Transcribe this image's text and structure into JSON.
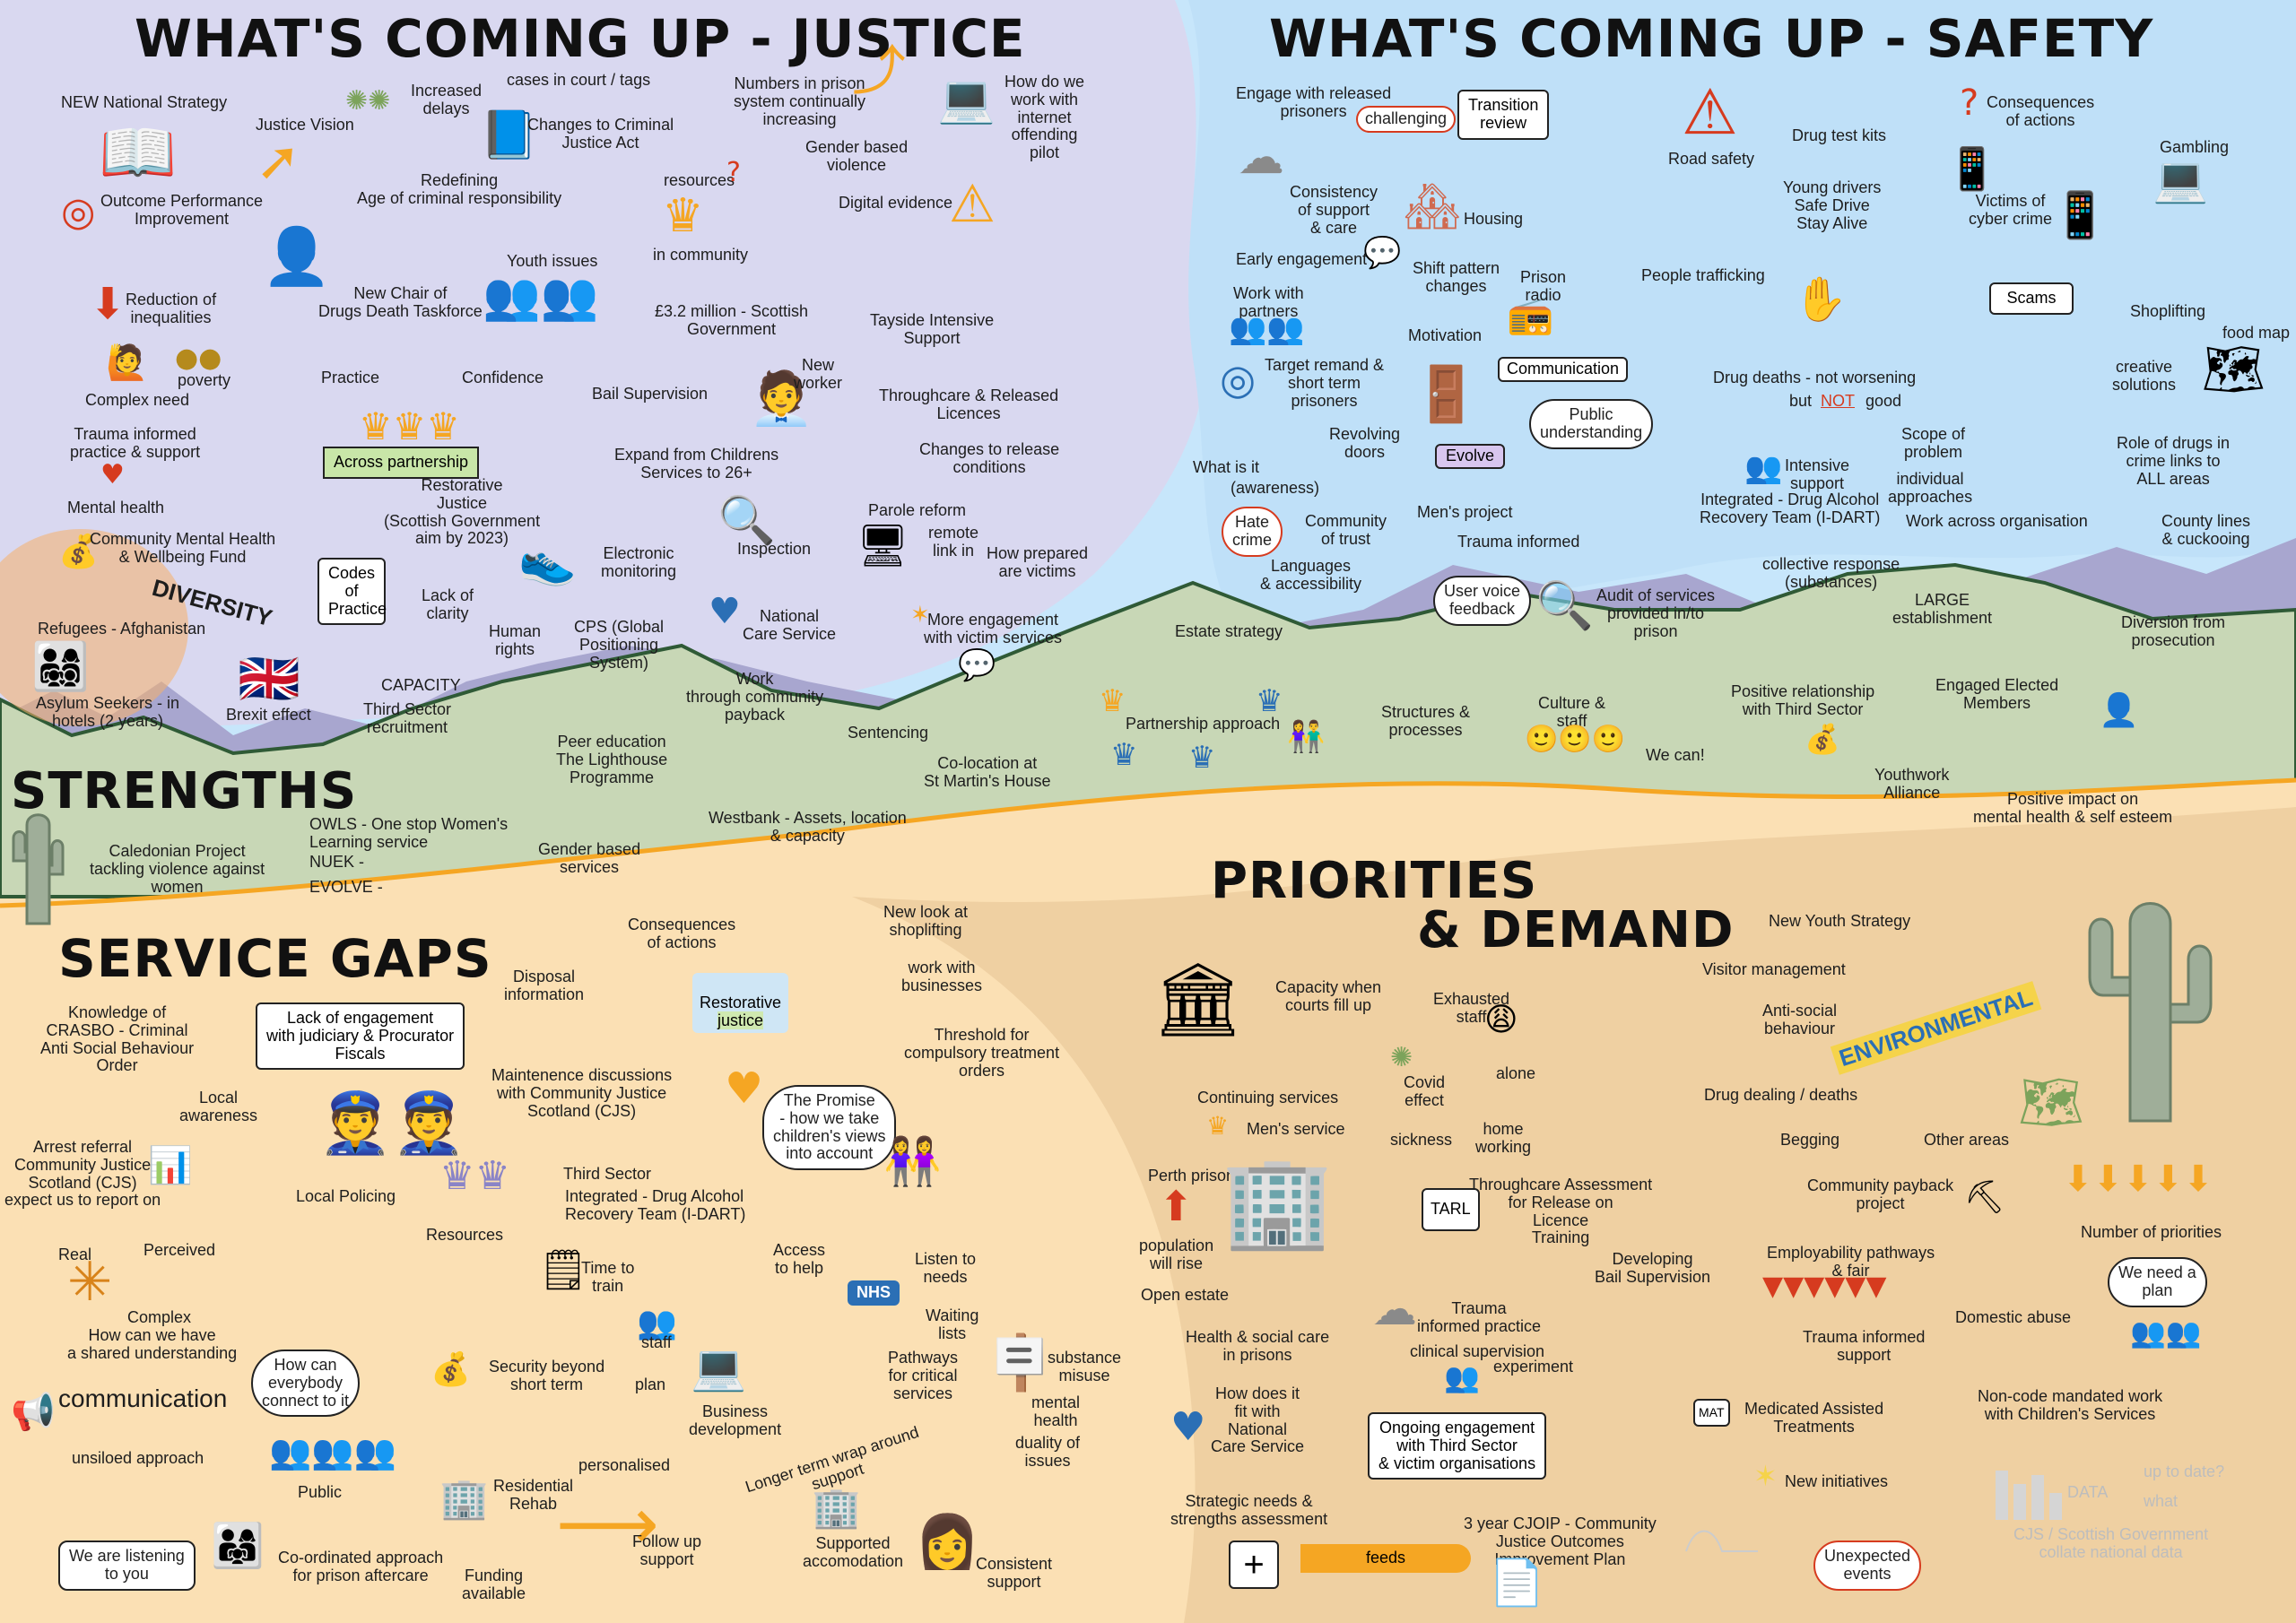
{
  "headings": {
    "justice": "WHAT'S COMING UP - JUSTICE",
    "safety": "WHAT'S COMING UP - SAFETY",
    "strengths": "STRENGTHS",
    "service_gaps": "SERVICE GAPS",
    "priorities_1": "PRIORITIES",
    "priorities_2": "& DEMAND"
  },
  "justice": {
    "new_national_strategy": "NEW National Strategy",
    "justice_vision": "Justice Vision",
    "increased_delays": "Increased\ndelays",
    "cases_in_court": "cases in court / tags",
    "numbers_in_prison": "Numbers in prison\nsystem continually\nincreasing",
    "how_do_we_work": "How do we\nwork with\ninternet\noffending\npilot",
    "changes_to_criminal": "Changes to Criminal\nJustice Act",
    "outcome_performance": "Outcome Performance\nImprovement",
    "redefining": "Redefining\nAge of criminal responsibility",
    "resources": "resources",
    "gender_based_violence": "Gender based\nviolence",
    "digital_evidence": "Digital evidence",
    "in_community": "in community",
    "reduction_inequalities": "Reduction of\ninequalities",
    "new_chair": "New Chair of\nDrugs Death Taskforce",
    "youth_issues": "Youth issues",
    "scottish_government_money": "£3.2 million - Scottish\nGovernment",
    "tayside": "Tayside Intensive\nSupport",
    "complex_need": "Complex need",
    "poverty": "poverty",
    "practice": "Practice",
    "confidence": "Confidence",
    "bail_supervision": "Bail Supervision",
    "new_worker": "New\nworker",
    "throughcare": "Throughcare & Released\nLicences",
    "trauma_informed": "Trauma informed\npractice & support",
    "across_partnership": "Across partnership",
    "restorative_justice": "Restorative\nJustice\n(Scottish Government\naim by 2023)",
    "expand_from_childrens": "Expand from Childrens\nServices to 26+",
    "changes_release": "Changes to release\nconditions",
    "mental_health": "Mental health",
    "community_mental_health": "Community Mental Health\n& Wellbeing Fund",
    "parole_reform": "Parole reform",
    "remote_link": "remote\nlink in",
    "how_prepared": "How prepared\nare victims",
    "inspection": "Inspection",
    "electronic_monitoring": "Electronic\nmonitoring",
    "diversity": "DIVERSITY",
    "refugees": "Refugees - Afghanistan",
    "codes_of_practice": "Codes\nof\nPractice",
    "lack_of_clarity": "Lack of\nclarity",
    "national_care_service": "National\nCare Service",
    "more_engagement_victim": "More engagement\nwith victim services",
    "human_rights": "Human\nrights",
    "cps": "CPS (Global\nPositioning\nSystem)",
    "capacity": "CAPACITY",
    "third_sector_recruitment": "Third Sector\nrecruitment",
    "asylum_seekers": "Asylum Seekers - in\nhotels (2 years)",
    "brexit_effect": "Brexit effect"
  },
  "safety": {
    "engage_released": "Engage with released\nprisoners",
    "challenging": "challenging",
    "transition_review": "Transition\nreview",
    "road_safety": "Road safety",
    "drug_test_kits": "Drug test kits",
    "young_drivers": "Young drivers\nSafe Drive\nStay Alive",
    "consequences": "Consequences\nof actions",
    "gambling": "Gambling",
    "consistency": "Consistency\nof support\n& care",
    "housing": "Housing",
    "victims_cyber": "Victims of\ncyber crime",
    "early_engagement": "Early engagement",
    "shift_pattern": "Shift pattern\nchanges",
    "prison_radio": "Prison\nradio",
    "people_trafficking": "People trafficking",
    "scams": "Scams",
    "shoplifting": "Shoplifting",
    "work_with_partners": "Work with\npartners",
    "motivation": "Motivation",
    "creative_solutions": "creative\nsolutions",
    "food_map": "food map",
    "target_remand": "Target remand &\nshort term\nprisoners",
    "communication": "Communication",
    "drug_deaths": "Drug deaths - not worsening",
    "but_not_good_1": "but",
    "but_not_good_2": "NOT",
    "but_not_good_3": "good",
    "public_understanding": "Public\nunderstanding",
    "revolving_doors": "Revolving\ndoors",
    "evolve": "Evolve",
    "scope_of_problem": "Scope of\nproblem",
    "role_of_drugs": "Role of drugs in\ncrime links to\nALL areas",
    "what_is_it": "What is it",
    "awareness": "(awareness)",
    "intensive_support": "Intensive\nsupport",
    "individual_approaches": "individual\napproaches",
    "integrated_drug": "Integrated - Drug Alcohol\nRecovery Team (I-DART)",
    "hate_crime": "Hate\ncrime",
    "community_of_trust": "Community\nof trust",
    "mens_project": "Men's project",
    "work_across": "Work across organisation",
    "county_lines": "County lines\n& cuckooing",
    "trauma_informed": "Trauma informed",
    "languages": "Languages\n& accessibility",
    "collective_response": "collective response\n(substances)",
    "user_voice": "User voice\nfeedback",
    "audit_of_services": "Audit of services\nprovided in/to\nprison",
    "large_establishment": "LARGE\nestablishment",
    "diversion": "Diversion from\nprosecution",
    "estate_strategy": "Estate strategy"
  },
  "strengths": {
    "work_through_community": "Work\nthrough community\npayback",
    "peer_education": "Peer education\nThe Lighthouse\nProgramme",
    "sentencing": "Sentencing",
    "co_location": "Co-location at\nSt Martin's House",
    "partnership_approach": "Partnership approach",
    "structures": "Structures &\nprocesses",
    "culture_staff": "Culture &\nstaff",
    "we_can": "We can!",
    "positive_relationship": "Positive relationship\nwith Third Sector",
    "engaged_elected": "Engaged Elected\nMembers",
    "caledonian": "Caledonian Project\ntackling violence against\nwomen",
    "owls": "OWLS - One stop Women's\nLearning service",
    "nuek": "NUEK -",
    "evolve": "EVOLVE -",
    "gender_based_services": "Gender based\nservices",
    "westbank": "Westbank - Assets, location\n& capacity",
    "youthwork": "Youthwork\nAlliance",
    "positive_impact": "Positive impact on\nmental health & self esteem"
  },
  "gaps": {
    "consequences": "Consequences\nof actions",
    "new_look_shoplifting": "New look at\nshoplifting",
    "work_with_businesses": "work with\nbusinesses",
    "restorative_1": "Restorative",
    "restorative_2": "justice",
    "disposal_information": "Disposal\ninformation",
    "knowledge_crasbo": "Knowledge of\nCRASBO - Criminal\nAnti Social Behaviour\nOrder",
    "lack_engagement": "Lack of engagement\nwith judiciary & Procurator\nFiscals",
    "threshold": "Threshold for\ncompulsory treatment\norders",
    "maintenance_discussions": "Maintenence discussions\nwith Community Justice\nScotland (CJS)",
    "local_awareness": "Local\nawareness",
    "the_promise": "The Promise\n- how we take\nchildren's views\ninto account",
    "arrest_referral": "Arrest referral\nCommunity Justice\nScotland (CJS)\nexpect us to report on",
    "local_policing": "Local Policing",
    "third_sector": "Third Sector",
    "integrated_drug": "Integrated - Drug Alcohol\nRecovery Team (I-DART)",
    "resources": "Resources",
    "access_to_help": "Access\nto help",
    "listen_to_needs": "Listen to\nneeds",
    "real": "Real",
    "perceived": "Perceived",
    "complex": "Complex",
    "shared_understanding": "How can we have\na shared understanding",
    "time_to_train": "Time to\ntrain",
    "nhs": "NHS",
    "waiting_lists": "Waiting\nlists",
    "staff": "staff",
    "how_can_everybody": "How can\neverybody\nconnect to it",
    "security_beyond": "Security beyond\nshort term",
    "plan": "plan",
    "business_development": "Business\ndevelopment",
    "pathways": "Pathways\nfor critical\nservices",
    "substance_misuse": "substance\nmisuse",
    "mental_health": "mental\nhealth",
    "duality": "duality of\nissues",
    "communication": "communication",
    "unsiloed": "unsiloed approach",
    "public": "Public",
    "personalised": "personalised",
    "longer_term": "Longer term wrap around\nsupport",
    "residential_rehab": "Residential\nRehab",
    "we_are_listening": "We are listening\nto you",
    "coordinated": "Co-ordinated approach\nfor prison aftercare",
    "funding_available": "Funding\navailable",
    "follow_up": "Follow up\nsupport",
    "supported_accommodation": "Supported\naccomodation",
    "consistent_support": "Consistent\nsupport"
  },
  "priorities": {
    "capacity_courts": "Capacity when\ncourts fill up",
    "exhausted_staff": "Exhausted\nstaff",
    "new_youth_strategy": "New Youth Strategy",
    "visitor_management": "Visitor management",
    "anti_social": "Anti-social\nbehaviour",
    "environmental": "ENVIRONMENTAL",
    "continuing_services": "Continuing services",
    "mens_service": "Men's service",
    "covid_effect": "Covid\neffect",
    "alone": "alone",
    "sickness": "sickness",
    "home_working": "home\nworking",
    "drug_dealing": "Drug dealing / deaths",
    "begging": "Begging",
    "other_areas": "Other areas",
    "perth_prison": "Perth prison",
    "population_will_rise": "population\nwill rise",
    "open_estate": "Open estate",
    "throughcare_assessment": "Throughcare Assessment\nfor Release on\nLicence\nTraining",
    "tarl": "TARL",
    "community_payback": "Community payback\nproject",
    "number_of_priorities": "Number of priorities",
    "developing_bail": "Developing\nBail Supervision",
    "employability": "Employability pathways\n& fair",
    "trauma_informed_practice": "Trauma\ninformed practice",
    "clinical_supervision": "clinical supervision",
    "experiment": "experiment",
    "health_social_care": "Health & social care\nin prisons",
    "domestic_abuse": "Domestic abuse",
    "we_need_a_plan": "We need a\nplan",
    "trauma_informed_support": "Trauma informed\nsupport",
    "how_does_it_fit": "How does it\nfit with\nNational\nCare Service",
    "ongoing_engagement": "Ongoing engagement\nwith Third Sector\n& victim organisations",
    "mat": "MAT",
    "medicated_assisted": "Medicated Assisted\nTreatments",
    "non_code": "Non-code mandated work\nwith Children's Services",
    "new_initiatives": "New initiatives",
    "data": "DATA",
    "up_to_date": "up to date?",
    "what": "what",
    "cjs_collate": "CJS / Scottish Government\ncollate national data",
    "strategic_needs": "Strategic needs &\nstrengths assessment",
    "feeds": "feeds",
    "cjoip": "3 year CJOIP - Community\nJustice Outcomes\nImprovement Plan",
    "unexpected_events": "Unexpected\nevents"
  },
  "colors": {
    "justice_bg": "#d9d8f0",
    "safety_bg": "#c7e6fb",
    "mountain": "#a8a6cf",
    "strengths_band": "#c8d7b6",
    "desert": "#fbe0b4",
    "desert_dark": "#ebcb9c",
    "accent_orange": "#f5a623",
    "accent_red": "#d63b1f",
    "cactus": "#9fae99"
  }
}
